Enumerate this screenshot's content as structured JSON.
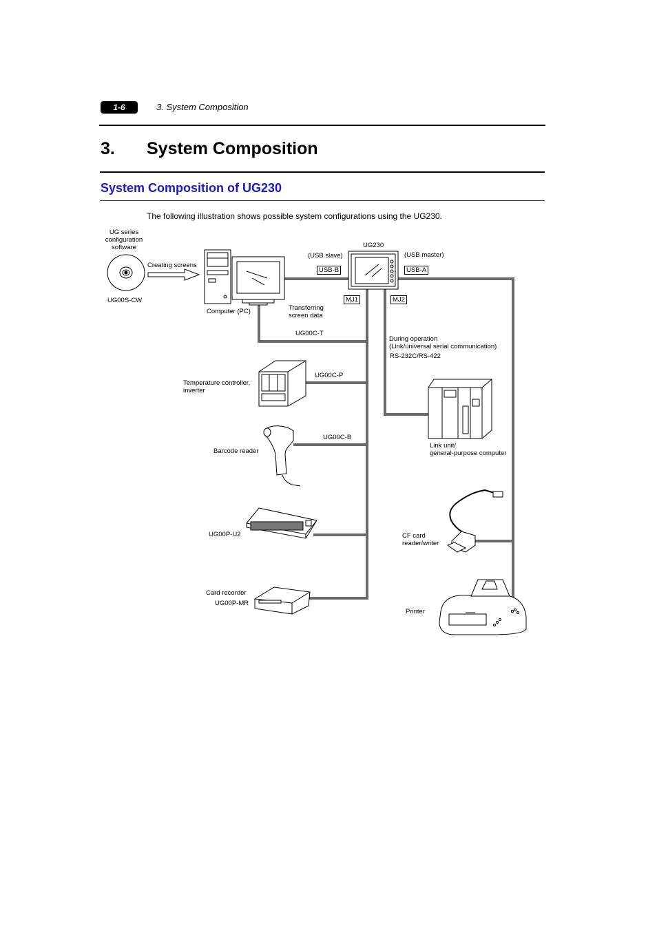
{
  "header": {
    "page_number": "1-6",
    "running_title": "3. System Composition"
  },
  "chapter": {
    "number": "3.",
    "title": "System Composition"
  },
  "section": {
    "title": "System Composition of UG230"
  },
  "intro_text": "The following illustration shows possible system configurations using the UG230.",
  "diagram": {
    "software_label": "UG series\nconfiguration\nsoftware",
    "software_part": "UG00S-CW",
    "creating_screens": "Creating screens",
    "computer_label": "Computer (PC)",
    "ug230_label": "UG230",
    "usb_slave": "(USB slave)",
    "usb_master": "(USB master)",
    "usb_b": "USB-B",
    "usb_a": "USB-A",
    "mj1": "MJ1",
    "mj2": "MJ2",
    "transferring": "Transferring\nscreen data",
    "cable_t": "UG00C-T",
    "during_operation": "During operation\n(Link/universal serial communication)",
    "rs_label": "RS-232C/RS-422",
    "temp_label": "Temperature controller,\ninverter",
    "cable_p": "UG00C-P",
    "barcode_label": "Barcode reader",
    "cable_b": "UG00C-B",
    "link_label": "Link unit/\ngeneral-purpose computer",
    "u2_label": "UG00P-U2",
    "cf_label": "CF card\nreader/writer",
    "card_recorder_label": "Card recorder",
    "card_recorder_part": "UG00P-MR",
    "printer_label": "Printer",
    "line_color": "#6b6b6b"
  }
}
